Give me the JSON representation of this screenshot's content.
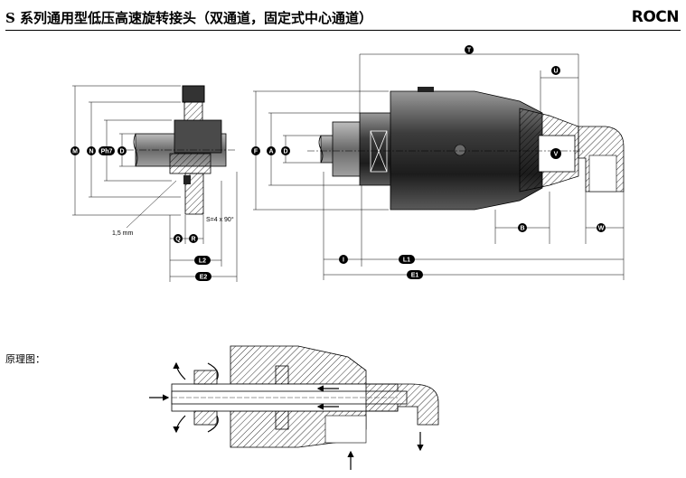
{
  "header": {
    "title": "S 系列通用型低压高速旋转接头（双通道，固定式中心通道）",
    "brand": "ROCN"
  },
  "section": {
    "principle_label": "原理图："
  },
  "drawing": {
    "annotations": {
      "gap": "1,5 mm",
      "threads": "S=4 x 90°"
    },
    "left_view_labels": [
      "M",
      "N",
      "Ph7",
      "D",
      "Q",
      "R",
      "L2",
      "E2"
    ],
    "right_view_labels": [
      "T",
      "U",
      "F",
      "A",
      "D",
      "V",
      "B",
      "W",
      "I",
      "L1",
      "E1"
    ]
  }
}
